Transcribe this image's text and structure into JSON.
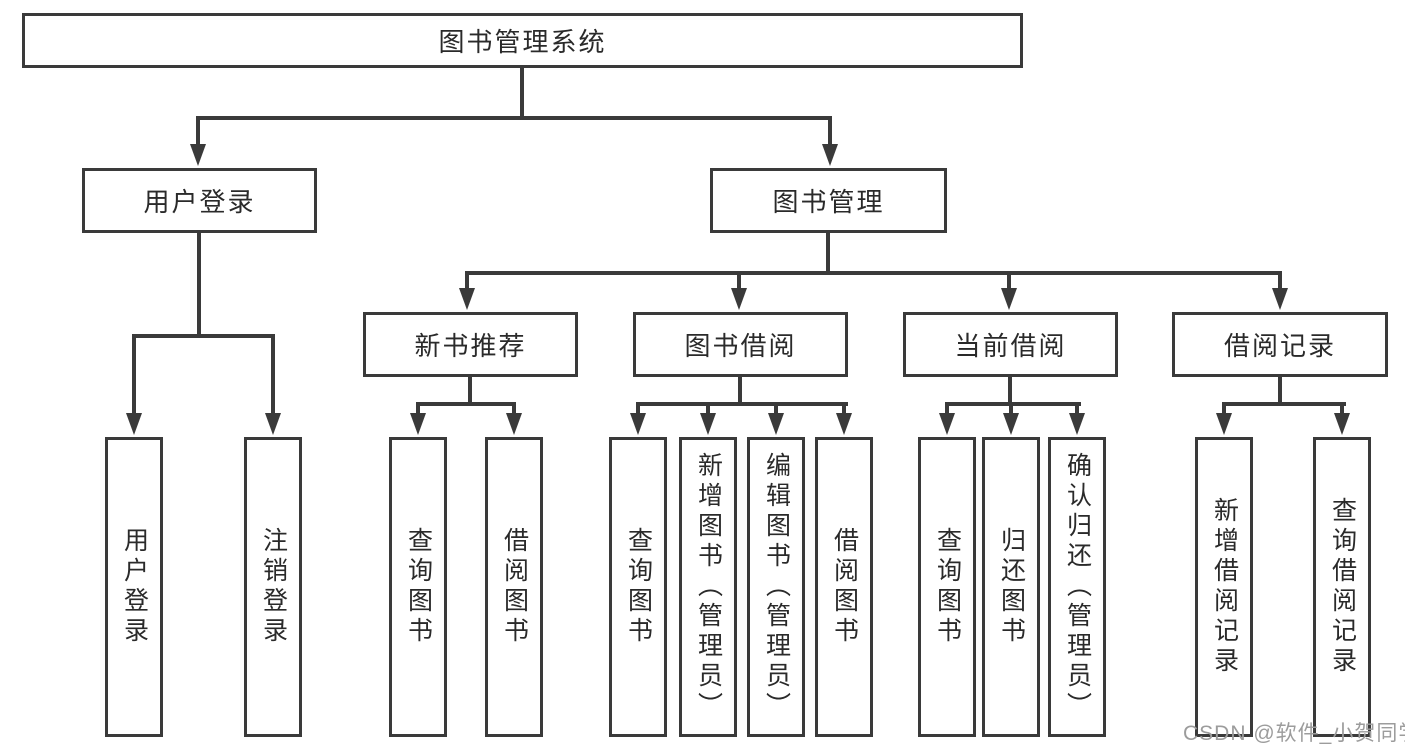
{
  "diagram": {
    "root": {
      "label": "图书管理系统"
    },
    "branches": [
      {
        "label": "用户登录",
        "children": [
          {
            "label": "用户登录"
          },
          {
            "label": "注销登录"
          }
        ]
      },
      {
        "label": "图书管理",
        "children": [
          {
            "label": "新书推荐",
            "children": [
              {
                "label": "查询图书"
              },
              {
                "label": "借阅图书"
              }
            ]
          },
          {
            "label": "图书借阅",
            "children": [
              {
                "label": "查询图书"
              },
              {
                "label": "新增图书（管理员）"
              },
              {
                "label": "编辑图书（管理员）"
              },
              {
                "label": "借阅图书"
              }
            ]
          },
          {
            "label": "当前借阅",
            "children": [
              {
                "label": "查询图书"
              },
              {
                "label": "归还图书"
              },
              {
                "label": "确认归还（管理员）"
              }
            ]
          },
          {
            "label": "借阅记录",
            "children": [
              {
                "label": "新增借阅记录"
              },
              {
                "label": "查询借阅记录"
              }
            ]
          }
        ]
      }
    ]
  },
  "watermark": {
    "text": "CSDN @软件_小贺同学"
  },
  "colors": {
    "line": "#3a3a3a",
    "text": "#2a2a2a",
    "background": "#ffffff",
    "watermark": "#9c9c9c"
  }
}
